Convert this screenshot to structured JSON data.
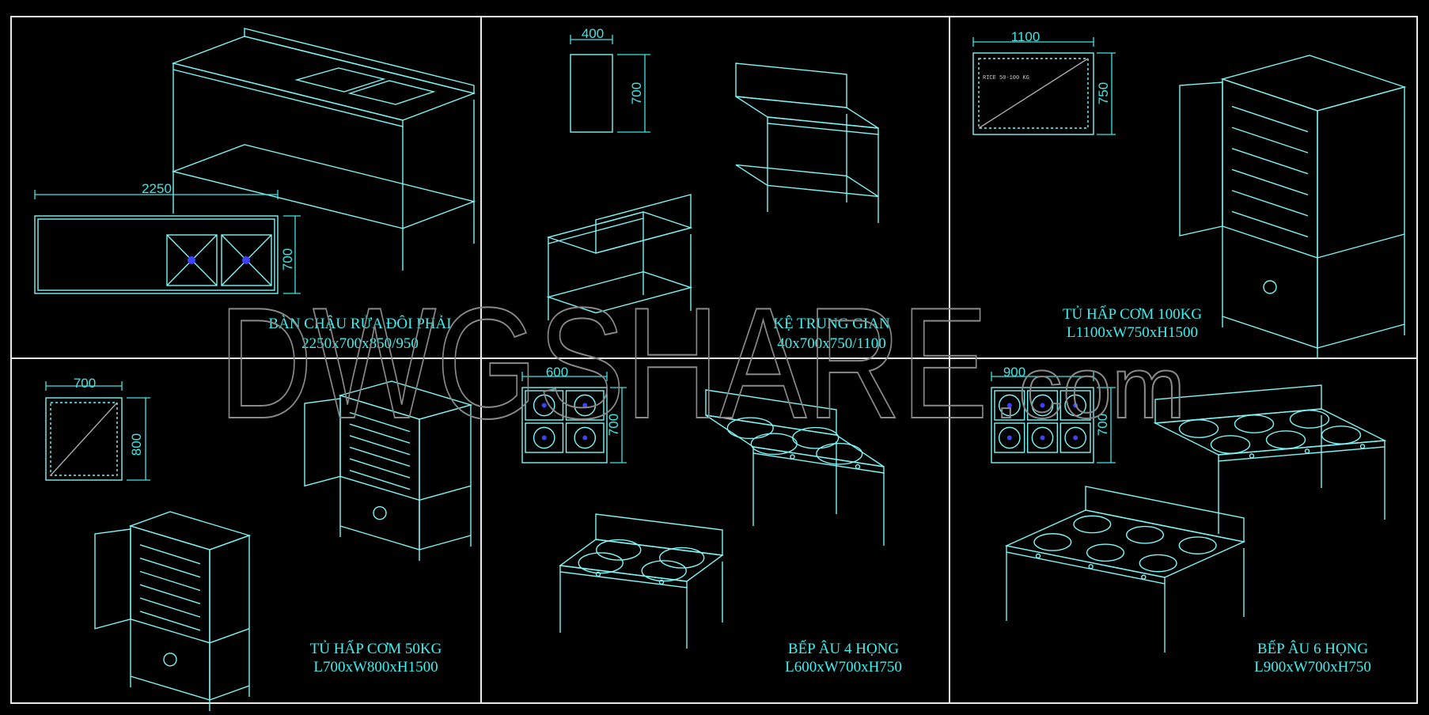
{
  "watermark": {
    "main": "DWGSHARE",
    "suffix": ".com"
  },
  "panels": [
    {
      "title": "BÀN CHẬU RỬA  ĐÔI PHẢI",
      "size": "2250x700x850/950",
      "dims": [
        "2250",
        "700"
      ]
    },
    {
      "title": "KỆ TRUNG GIAN",
      "size": "40x700x750/1100",
      "dims": [
        "400",
        "700"
      ]
    },
    {
      "title": "TỦ HẤP CƠM 100KG",
      "size": "L1100xW750xH1500",
      "dims": [
        "1100",
        "750"
      ],
      "note": "RICE 50-100 KG"
    },
    {
      "title": "TỦ HẤP CƠM 50KG",
      "size": "L700xW800xH1500",
      "dims": [
        "700",
        "800"
      ]
    },
    {
      "title": "BẾP ÂU 4 HỌNG",
      "size": "L600xW700xH750",
      "dims": [
        "600",
        "700"
      ]
    },
    {
      "title": "BẾP ÂU 6 HỌNG",
      "size": "L900xW700xH750",
      "dims": [
        "900",
        "700"
      ]
    }
  ],
  "colors": {
    "background": "#000000",
    "lines": "#7ff4f4",
    "text": "#3ff0f0",
    "frame": "#e8e8e8",
    "watermark": "#8a8a8a"
  }
}
